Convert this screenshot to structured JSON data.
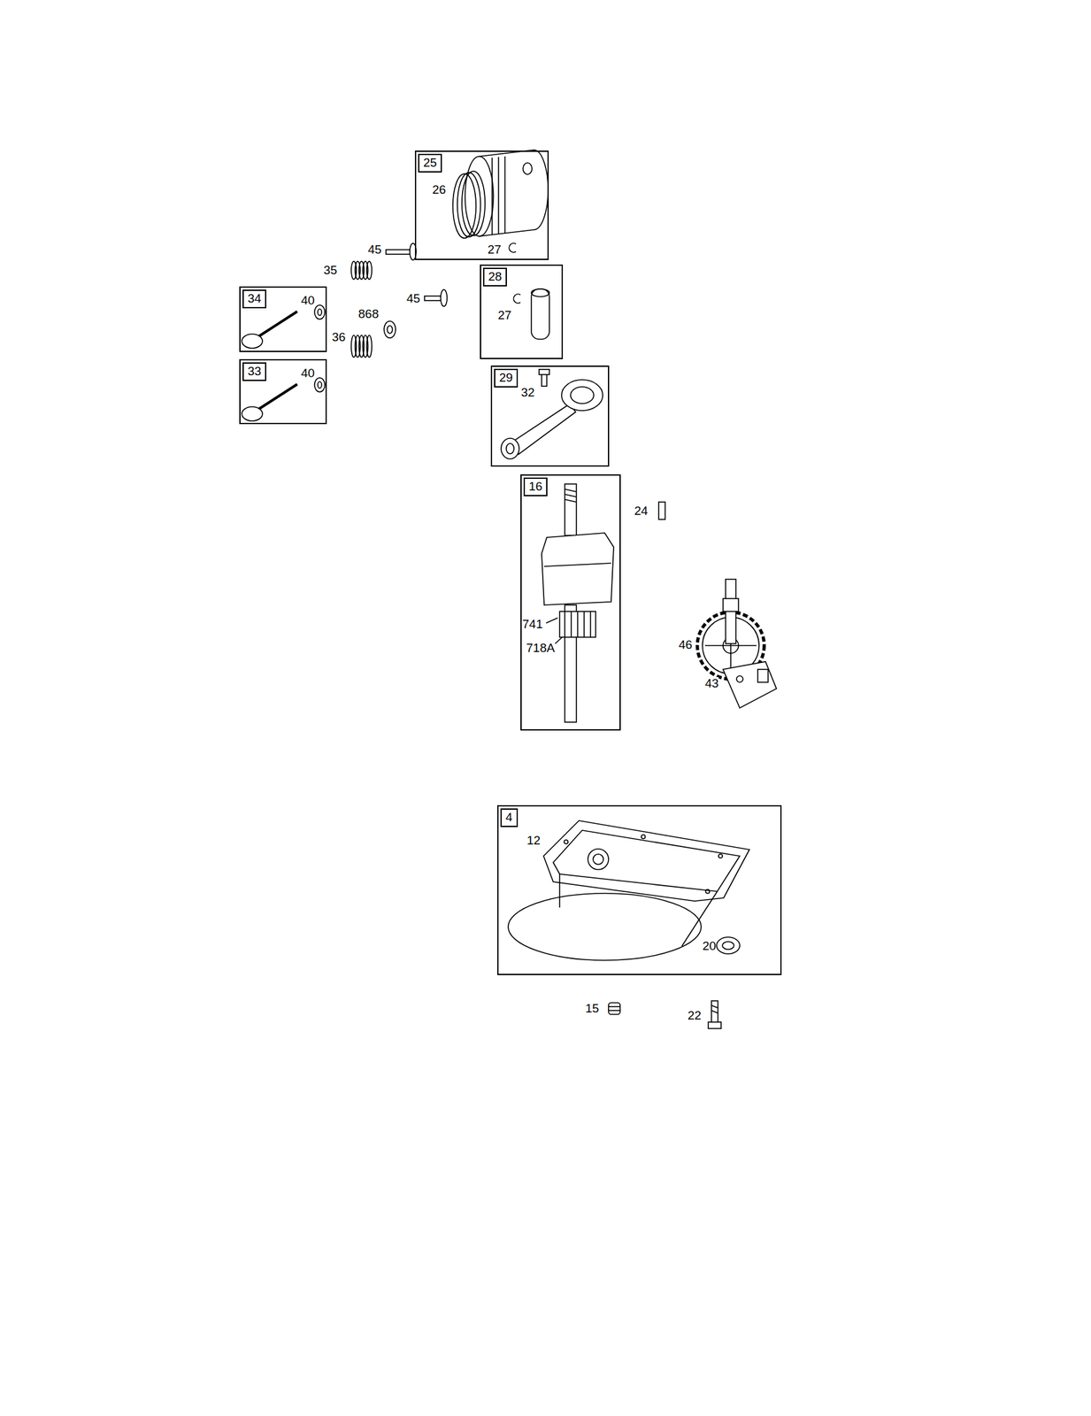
{
  "diagram": {
    "nodes": [
      {
        "text": [
          "25",
          "26",
          "27"
        ]
      },
      {
        "text": [
          "28",
          "27"
        ]
      },
      {
        "text": [
          "34",
          "40"
        ]
      },
      {
        "text": [
          "33",
          "40"
        ]
      },
      {
        "text": [
          "29",
          "32"
        ]
      },
      {
        "text": [
          "16",
          "741",
          "718A"
        ]
      },
      {
        "text": [
          "4",
          "12",
          "20"
        ]
      }
    ],
    "labels": [
      "45",
      "35",
      "45",
      "868",
      "36",
      "24",
      "46",
      "43",
      "15",
      "22"
    ]
  }
}
